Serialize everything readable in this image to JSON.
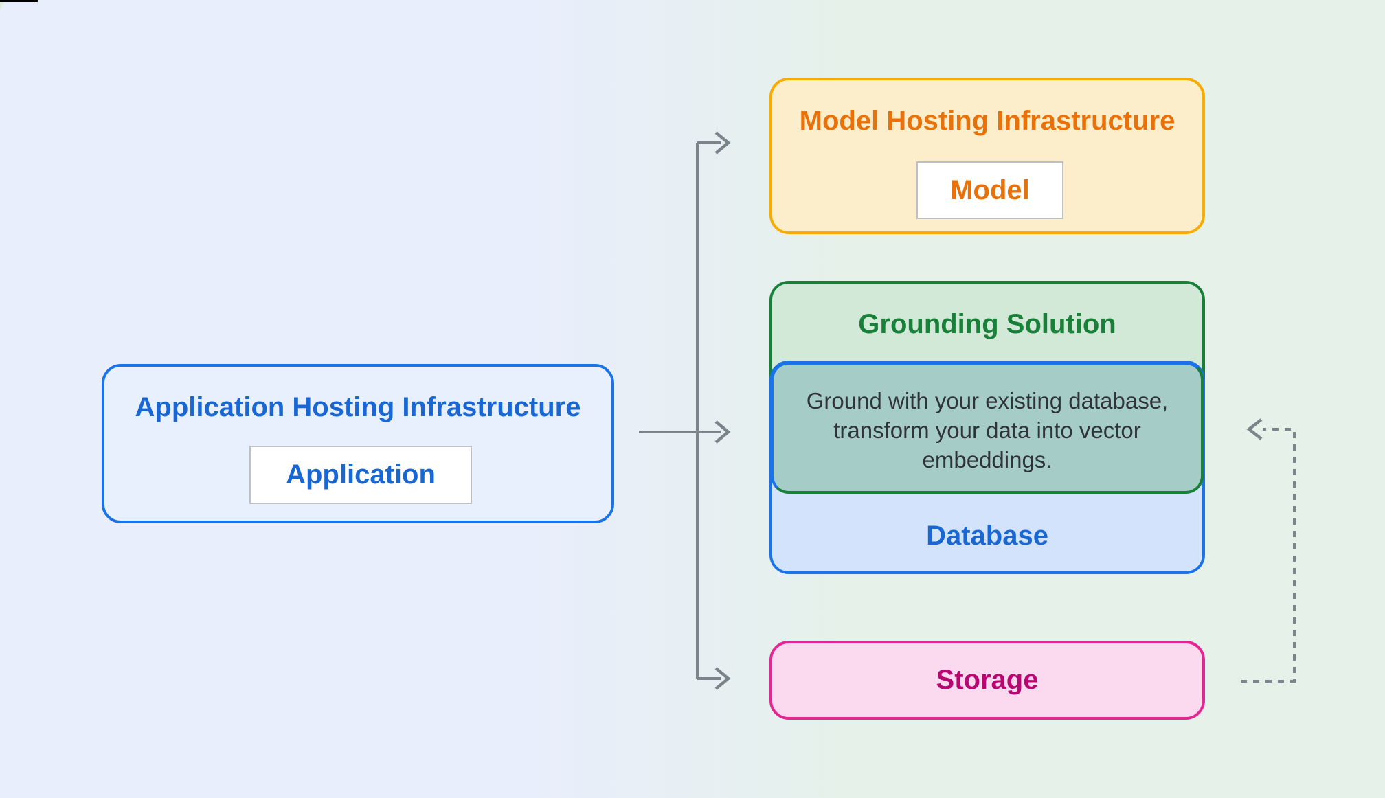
{
  "colors": {
    "bg_left": "#e9eefc",
    "bg_right": "#e6f1e9",
    "corner": "#dcecdc",
    "corner_bar": "#000000",
    "blue_border": "#1a73e8",
    "blue_text": "#1967d2",
    "app_fill": "#e8effd",
    "amber_border": "#f9ab00",
    "amber_fill": "#fceecb",
    "orange_text": "#e8710a",
    "green_border": "#188038",
    "green_fill": "#d3e9d7",
    "green_text": "#188038",
    "db_fill": "#d3e3fc",
    "teal_fill": "#a6ccc7",
    "note_text": "#2f3439",
    "pink_border": "#e52592",
    "pink_fill": "#fbd9ee",
    "pink_text": "#b80672",
    "chip_border": "#bdc1c6",
    "chip_bg": "#ffffff",
    "arrow": "#7b838b"
  },
  "application_hosting": {
    "title": "Application Hosting Infrastructure",
    "chip_label": "Application"
  },
  "model_hosting": {
    "title": "Model Hosting Infrastructure",
    "chip_label": "Model"
  },
  "grounding": {
    "title": "Grounding Solution",
    "note": "Ground with your existing database, transform your data into vector embeddings."
  },
  "database": {
    "label": "Database"
  },
  "storage": {
    "label": "Storage"
  }
}
